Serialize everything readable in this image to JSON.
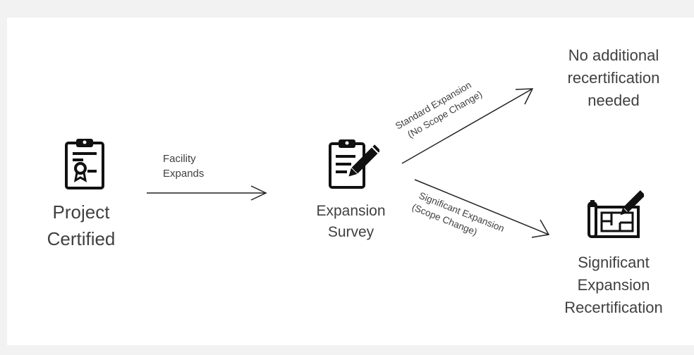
{
  "nodes": {
    "certified": {
      "label": "Project\nCertified"
    },
    "survey": {
      "label": "Expansion\nSurvey"
    },
    "no_recert": {
      "label": "No additional\nrecertification\nneeded"
    },
    "significant": {
      "label": "Significant\nExpansion\nRecertification"
    }
  },
  "edges": {
    "facility": {
      "label": "Facility\nExpands"
    },
    "standard": {
      "line1": "Standard  Expansion",
      "line2": "(No Scope Change)"
    },
    "significant": {
      "line1": "Significant Expansion",
      "line2": "(Scope Change)"
    }
  },
  "icons": {
    "certified": "certificate-clipboard-icon",
    "survey": "clipboard-pencil-icon",
    "significant": "blueprint-pencil-icon"
  }
}
